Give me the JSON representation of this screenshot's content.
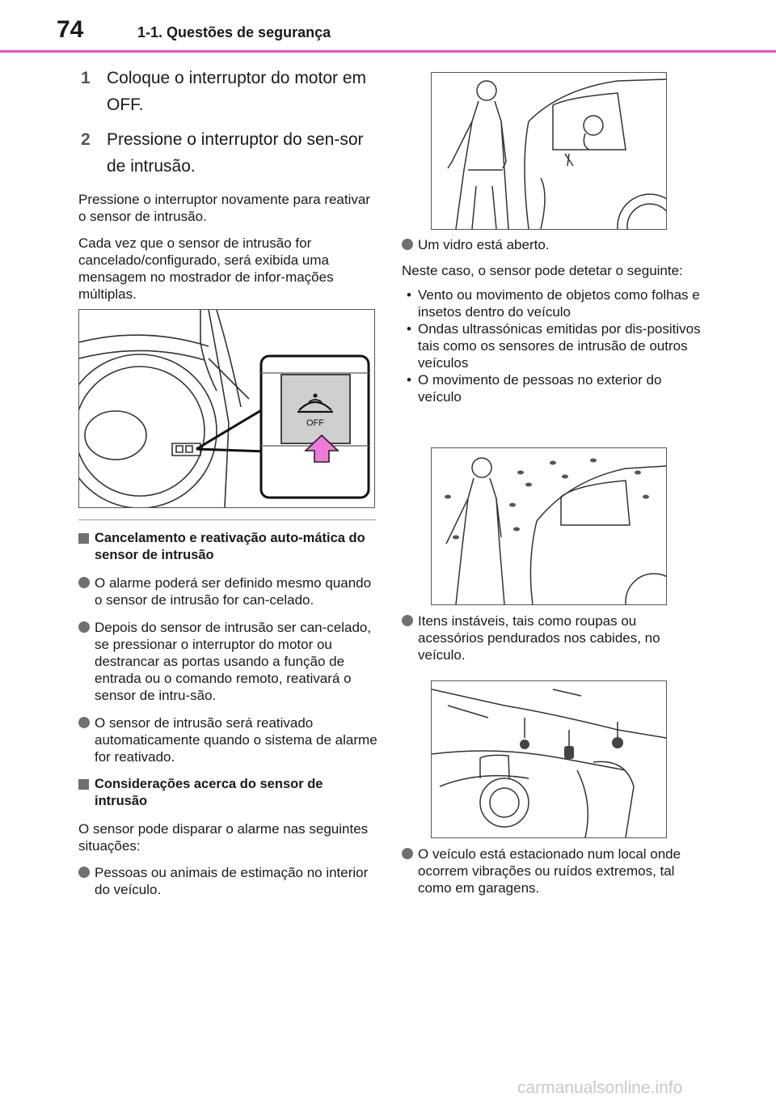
{
  "header": {
    "page_number": "74",
    "section": "1-1. Questões de segurança"
  },
  "left": {
    "steps": [
      {
        "num": "1",
        "text": "Coloque o interruptor do motor em OFF."
      },
      {
        "num": "2",
        "text": "Pressione o interruptor do sen-sor de intrusão."
      }
    ],
    "para1": "Pressione o interruptor novamente para reativar o sensor de intrusão.",
    "para2": "Cada vez que o sensor de intrusão for cancelado/configurado, será exibida uma mensagem no mostrador de infor-mações múltiplas.",
    "figure1_label": "OFF",
    "heading1": "Cancelamento e reativação auto-mática do sensor de intrusão",
    "bullets1": [
      "O alarme poderá ser definido mesmo quando o sensor de intrusão for can-celado.",
      "Depois do sensor de intrusão ser can-celado, se pressionar o interruptor do motor ou destrancar as portas usando a função de entrada ou o comando remoto, reativará o sensor de intru-são.",
      "O sensor de intrusão será reativado automaticamente quando o sistema de alarme for reativado."
    ],
    "heading2": "Considerações acerca do sensor de intrusão",
    "para3": "O sensor pode disparar o alarme nas seguintes situações:",
    "bullet_last": "Pessoas ou animais de estimação no interior do veículo."
  },
  "right": {
    "bullet1": "Um vidro está aberto.",
    "para1": "Neste caso, o sensor pode detetar o seguinte:",
    "dashes": [
      "Vento ou movimento de objetos como folhas e insetos dentro do veículo",
      "Ondas ultrassónicas emitidas por dis-positivos tais como os sensores de intrusão de outros veículos",
      "O movimento de pessoas no exterior do veículo"
    ],
    "bullet2": "Itens instáveis, tais como roupas ou acessórios pendurados nos cabides, no veículo.",
    "bullet3": "O veículo está estacionado num local onde ocorrem vibrações ou ruídos extremos, tal como em garagens."
  },
  "watermark": "carmanualsonline.info",
  "colors": {
    "accent_rule": "#e64ad6",
    "bullet": "#707070",
    "arrow_fill": "#f07ad8"
  }
}
